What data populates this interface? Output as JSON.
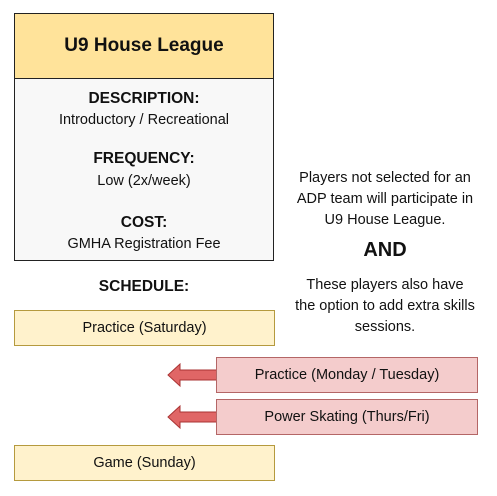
{
  "card": {
    "title": "U9 House League",
    "description_heading": "DESCRIPTION:",
    "description_value": "Introductory / Recreational",
    "frequency_heading": "FREQUENCY:",
    "frequency_value": "Low (2x/week)",
    "cost_heading": "COST:",
    "cost_value": "GMHA Registration Fee"
  },
  "schedule": {
    "heading": "SCHEDULE:",
    "practice_saturday": "Practice (Saturday)",
    "practice_mon_tue": "Practice (Monday / Tuesday)",
    "power_skating": "Power Skating (Thurs/Fri)",
    "game_sunday": "Game (Sunday)"
  },
  "notes": {
    "line1": "Players not selected for an",
    "line2": "ADP team will participate in",
    "line3": "U9 House League.",
    "and": "AND",
    "line4": "These players also have",
    "line5": "the option to add extra skills",
    "line6": "sessions."
  },
  "colors": {
    "header_fill": "#ffe39a",
    "schedule_fill": "#fff2cc",
    "optional_fill": "#f4cccc",
    "arrow_fill": "#e06666"
  }
}
